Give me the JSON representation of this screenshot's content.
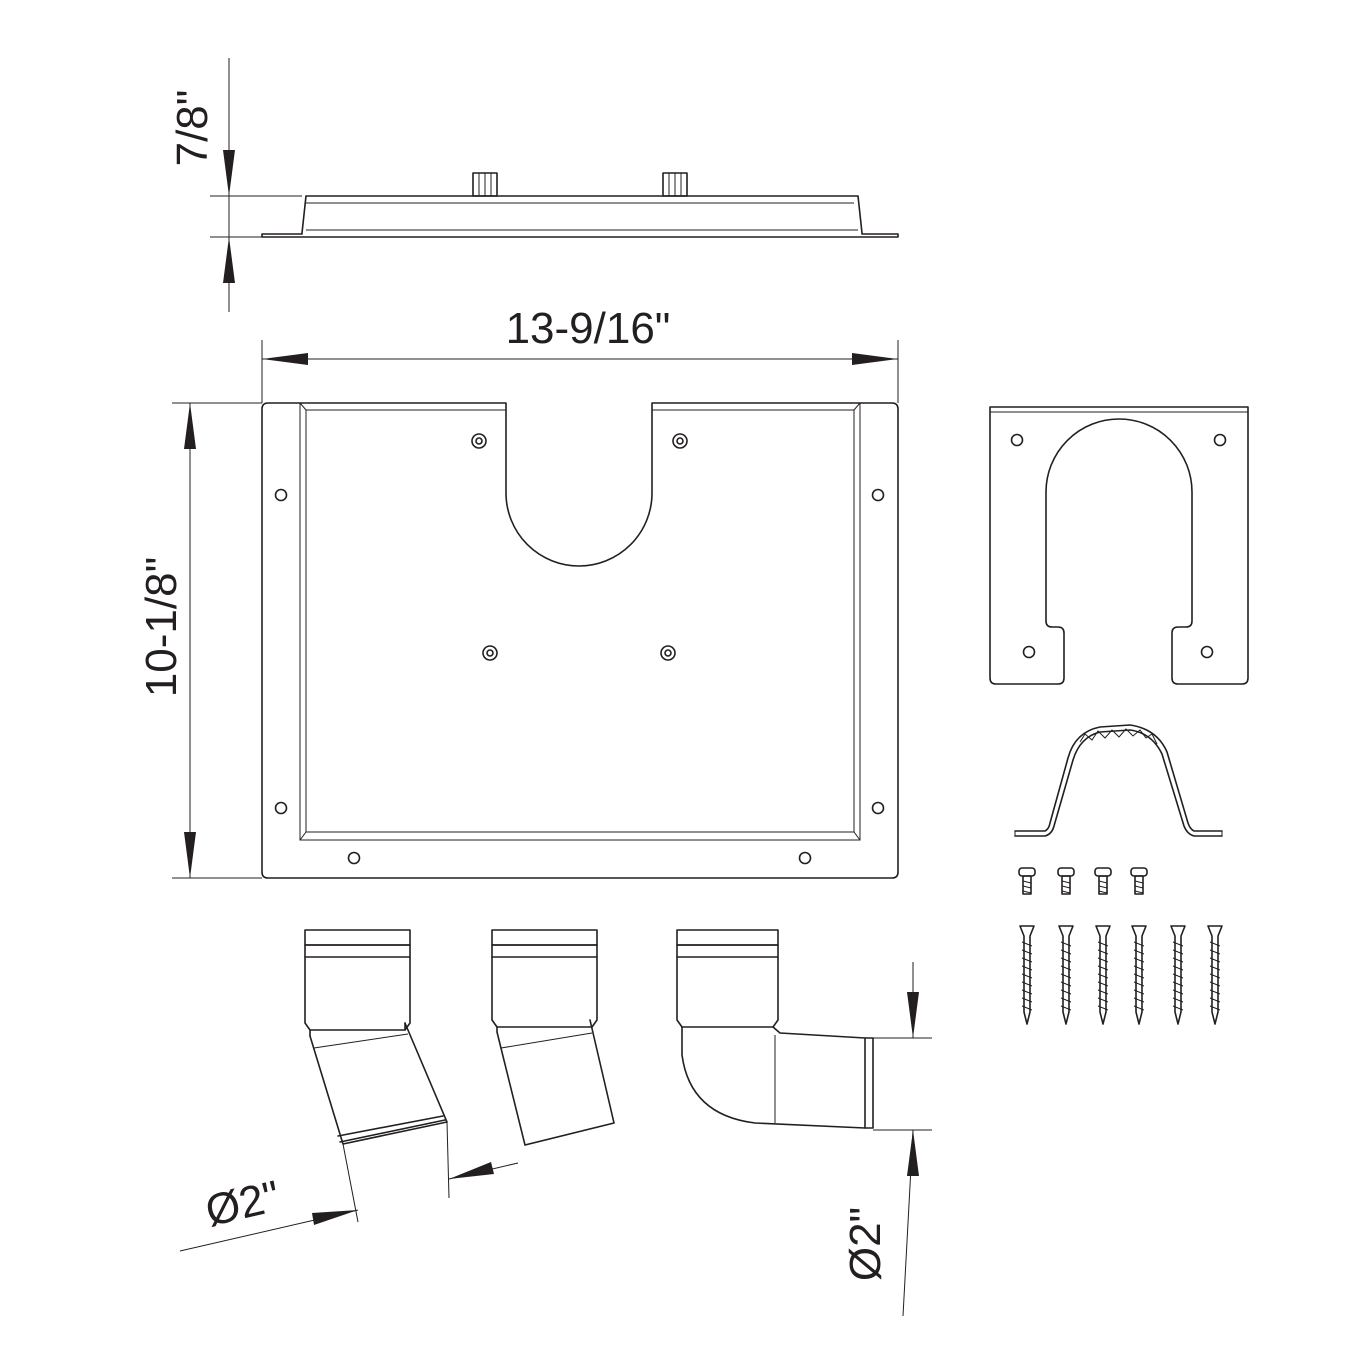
{
  "dimensions": {
    "height": "7/8\"",
    "width": "13-9/16\"",
    "depth": "10-1/8\"",
    "diameter_angled": "Ø2\"",
    "diameter_elbow": "Ø2\""
  },
  "colors": {
    "line": "#231f20",
    "background": "#ffffff"
  }
}
